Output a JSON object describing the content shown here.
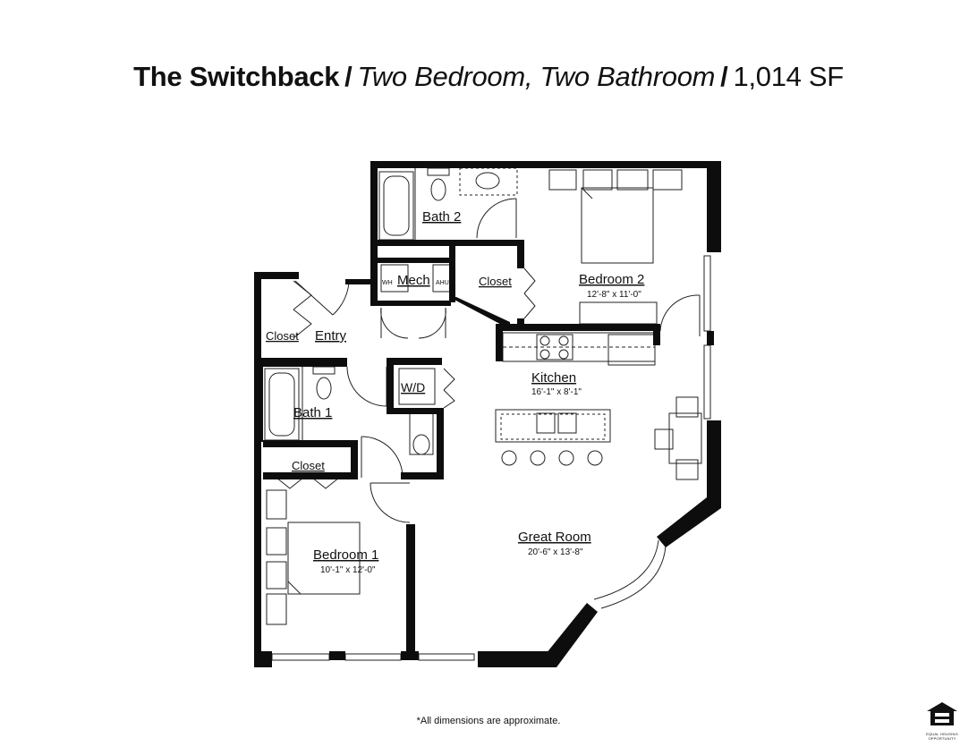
{
  "title": {
    "name": "The Switchback",
    "separator": "/",
    "unit_type": "Two Bedroom, Two Bathroom",
    "area": "1,014 SF"
  },
  "rooms": {
    "bath2": "Bath 2",
    "mech": "Mech",
    "wh": "WH",
    "ahu": "AHU",
    "closet_b2": "Closet",
    "bedroom2": "Bedroom 2",
    "bedroom2_dim": "12'-8\" x 11'-0\"",
    "closet_entry": "Closet",
    "entry": "Entry",
    "wd": "W/D",
    "kitchen": "Kitchen",
    "kitchen_dim": "16'-1\" x 8'-1\"",
    "bath1": "Bath 1",
    "closet_b1": "Closet",
    "bedroom1": "Bedroom 1",
    "bedroom1_dim": "10'-1\" x 12'-0\"",
    "great_room": "Great Room",
    "great_room_dim": "20'-6\" x 13'-8\""
  },
  "footnote": "*All dimensions are approximate.",
  "logo": {
    "name": "equal-housing-opportunity-logo",
    "text": "EQUAL HOUSING OPPORTUNITY"
  }
}
